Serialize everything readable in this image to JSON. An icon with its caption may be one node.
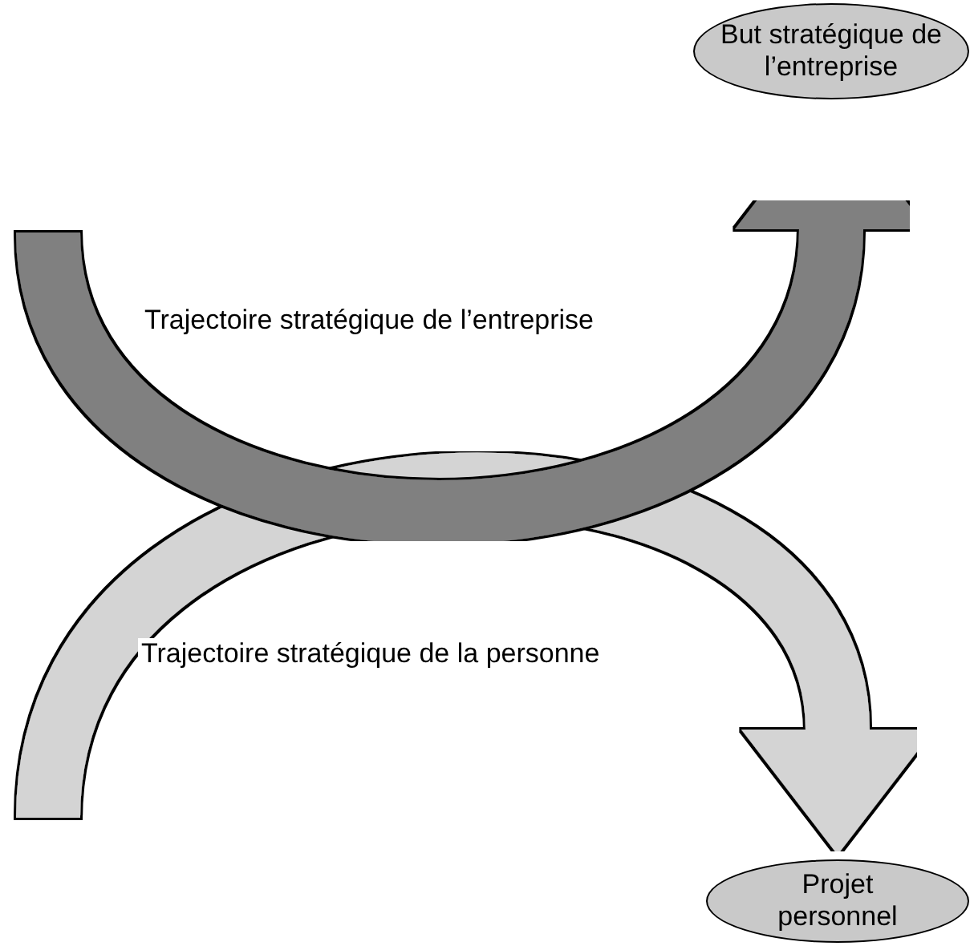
{
  "diagram": {
    "nodes": [
      {
        "text": [
          "But stratégique de l’entreprise"
        ]
      },
      {
        "text": [
          "Projet personnel"
        ]
      }
    ],
    "edges": [
      {
        "from": null,
        "to": 0,
        "arrow": "to",
        "label": "Trajectoire stratégique de l’entreprise",
        "color": "#808080"
      },
      {
        "from": null,
        "to": 1,
        "arrow": "to",
        "label": "Trajectoire stratégique de la personne",
        "color": "#d4d4d4"
      }
    ]
  }
}
